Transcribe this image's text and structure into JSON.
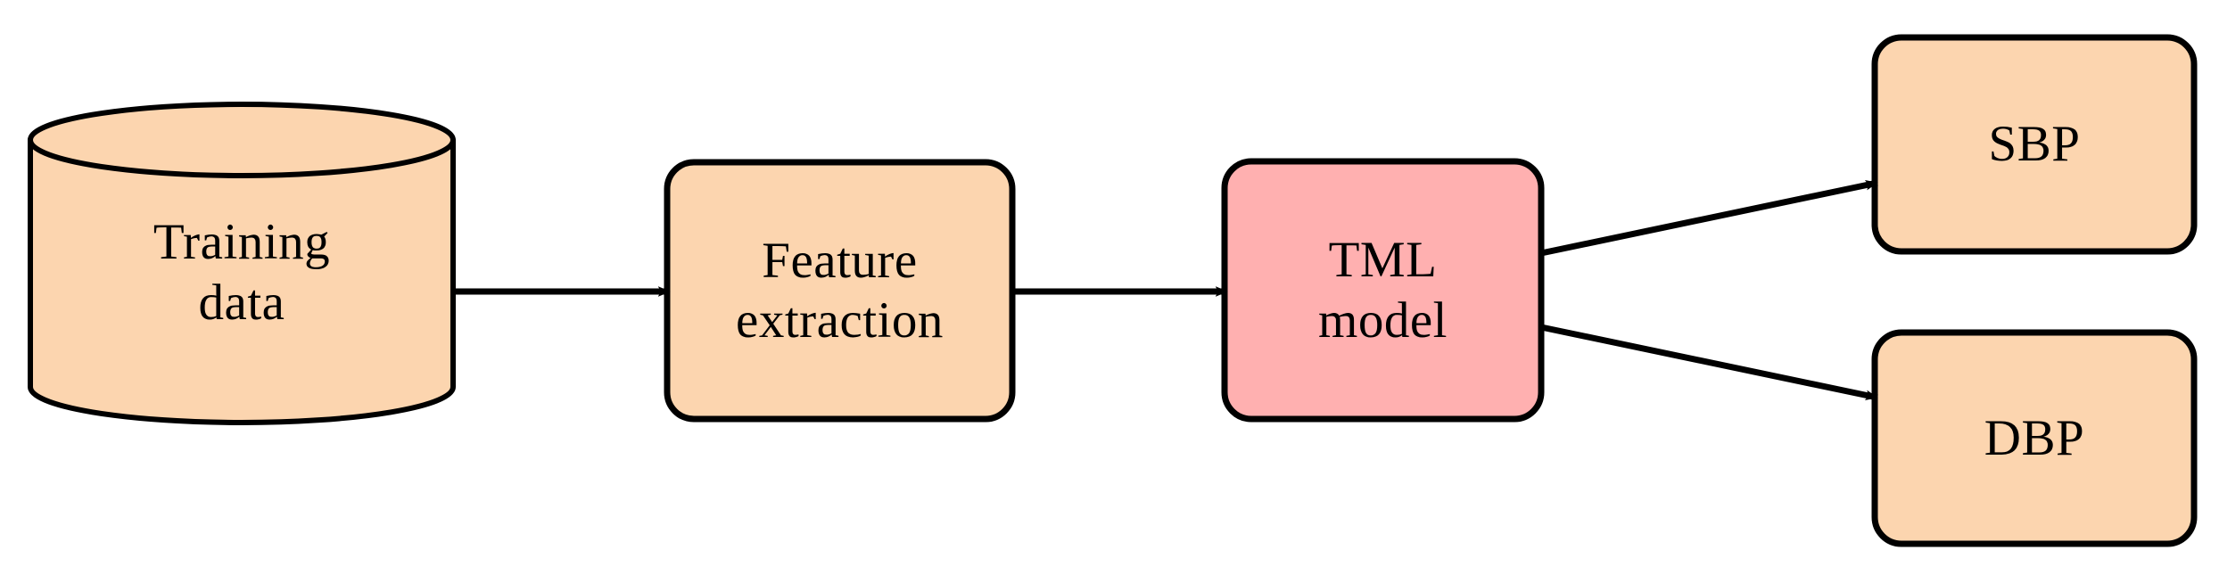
{
  "diagram": {
    "type": "flowchart",
    "title": "",
    "orientation": "left-to-right",
    "background_color": "#FFFFFF",
    "stroke_color": "#000000",
    "colors": {
      "data_store_fill": "#FCD5AF",
      "process_fill": "#FCD5AF",
      "model_fill": "#FFB0B0",
      "output_fill": "#FCD5AF",
      "border": "#000000"
    },
    "nodes": [
      {
        "id": "training-data",
        "shape": "cylinder",
        "fill": "#FCD5AF",
        "lines": [
          "Training",
          "data"
        ],
        "text": "Training data"
      },
      {
        "id": "feature-extraction",
        "shape": "rounded-rect",
        "fill": "#FCD5AF",
        "lines": [
          "Feature",
          "extraction"
        ],
        "text": "Feature extraction"
      },
      {
        "id": "tml-model",
        "shape": "rounded-rect",
        "fill": "#FFB0B0",
        "lines": [
          "TML",
          "model"
        ],
        "text": "TML model"
      },
      {
        "id": "sbp",
        "shape": "rounded-rect",
        "fill": "#FCD5AF",
        "lines": [
          "SBP"
        ],
        "text": "SBP"
      },
      {
        "id": "dbp",
        "shape": "rounded-rect",
        "fill": "#FCD5AF",
        "lines": [
          "DBP"
        ],
        "text": "DBP"
      }
    ],
    "edges": [
      {
        "id": "edge-data-to-feature",
        "from": "training-data",
        "to": "feature-extraction",
        "label": "",
        "arrow": "end"
      },
      {
        "id": "edge-feature-to-model",
        "from": "feature-extraction",
        "to": "tml-model",
        "label": "",
        "arrow": "end"
      },
      {
        "id": "edge-model-to-sbp",
        "from": "tml-model",
        "to": "sbp",
        "label": "",
        "arrow": "end"
      },
      {
        "id": "edge-model-to-dbp",
        "from": "tml-model",
        "to": "dbp",
        "label": "",
        "arrow": "end"
      }
    ]
  }
}
